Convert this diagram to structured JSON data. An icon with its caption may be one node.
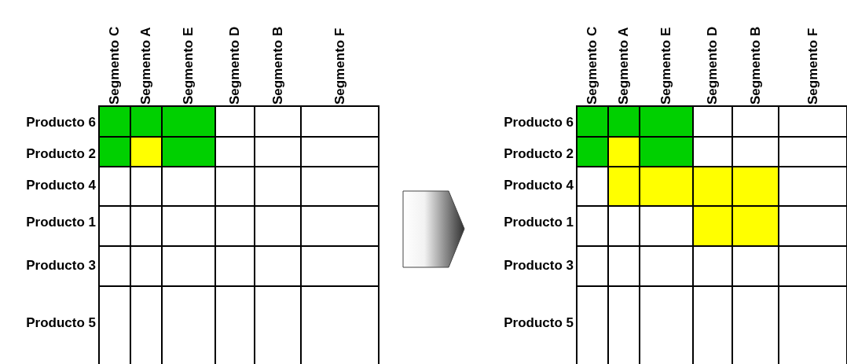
{
  "diagram": {
    "labels": [
      "Segmento C",
      "Segmento A",
      "Segmento E",
      "Segmento D",
      "Segmento B",
      "Segmento F",
      "Segmento C",
      "Segmento A",
      "Segmento E",
      "Segmento D",
      "Segmento B",
      "Segmento F",
      "Producto 6",
      "Producto 6",
      "Producto 2",
      "Producto 2",
      "Producto 4",
      "Producto 4",
      "Producto 1",
      "Producto 1",
      "Producto 3",
      "Producto 3",
      "Producto 5",
      "Producto 5"
    ]
  }
}
